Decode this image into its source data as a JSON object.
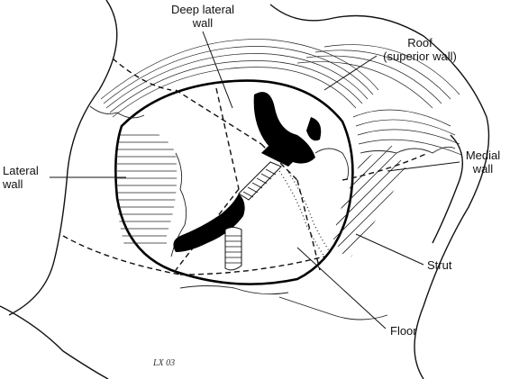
{
  "labels": {
    "deep_lateral_wall": [
      "Deep lateral",
      "wall"
    ],
    "roof": [
      "Roof",
      "(superior wall)"
    ],
    "medial_wall": [
      "Medial",
      "wall"
    ],
    "lateral_wall": [
      "Lateral",
      "wall"
    ],
    "strut": "Strut",
    "floor": "Floor"
  },
  "signature": "LX 03"
}
